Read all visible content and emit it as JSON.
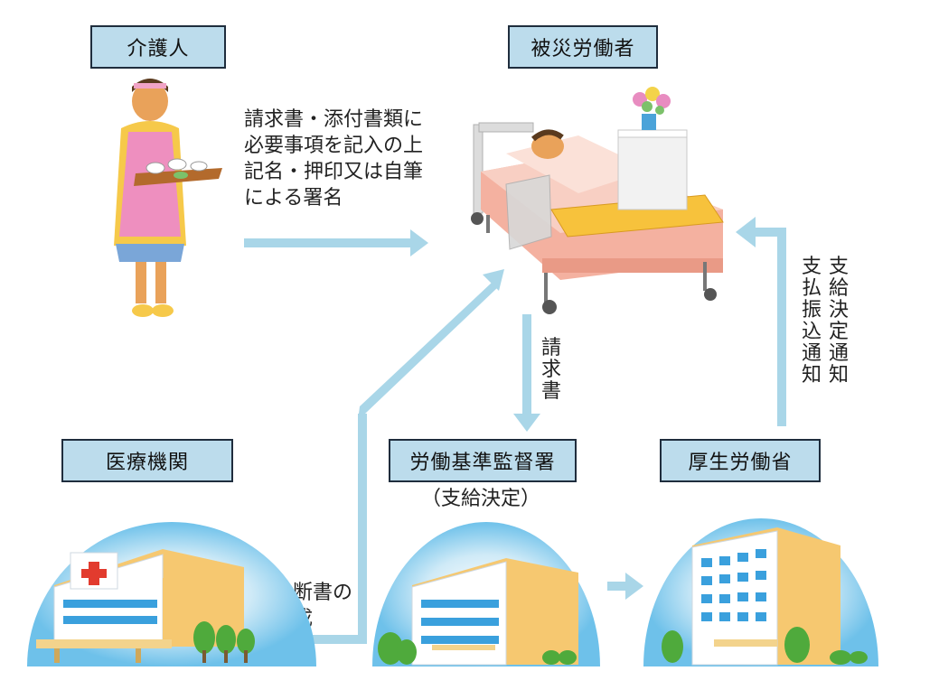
{
  "labels": {
    "caregiver": "介護人",
    "injured_worker": "被災労働者",
    "medical_institution": "医療機関",
    "labor_office": "労働基準監督署",
    "labor_office_sub": "（支給決定）",
    "ministry": "厚生労働省"
  },
  "flows": {
    "caregiver_to_worker": [
      "請求書・添付書類に",
      "必要事項を記入の上",
      "記名・押印又は自筆",
      "による署名"
    ],
    "worker_to_office": "請求書",
    "medical_to_worker": [
      "診断書の",
      "作成"
    ],
    "ministry_to_worker_col1": "支給決定通知",
    "ministry_to_worker_col2": "支払振込通知"
  },
  "colors": {
    "label_bg": "#bcdcec",
    "arrow": "#a9d6e8",
    "sky": "#7cc7ec"
  }
}
